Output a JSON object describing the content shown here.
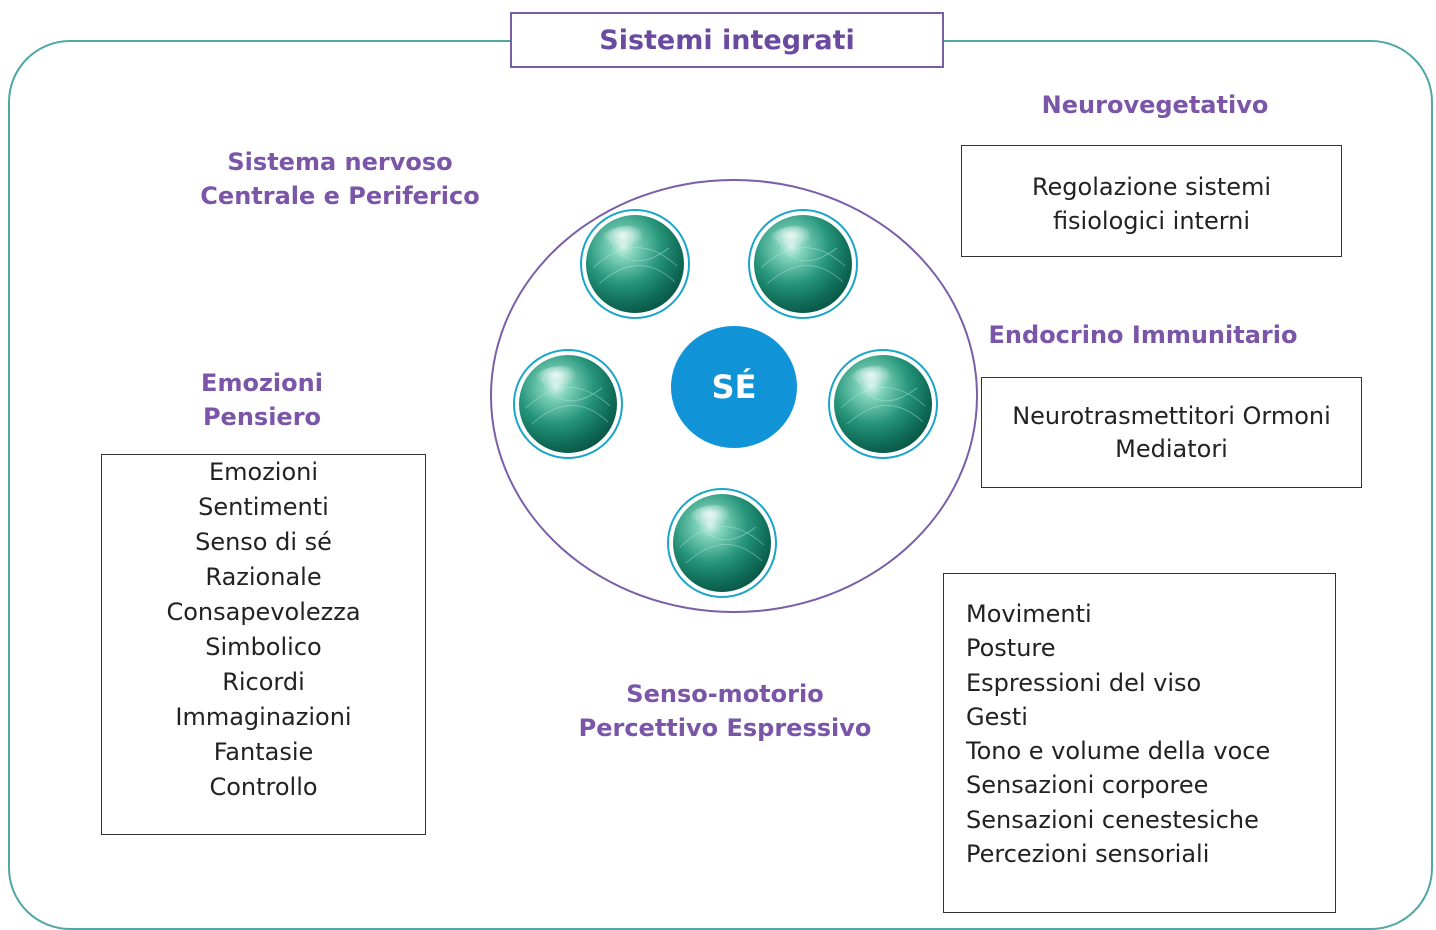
{
  "title": "Sistemi integrati",
  "center_label": "SÉ",
  "headings": {
    "nervoso": [
      "Sistema nervoso",
      "Centrale e Periferico"
    ],
    "neurovegetativo": "Neurovegetativo",
    "endocrino": "Endocrino Immunitario",
    "emozioni": [
      "Emozioni",
      "Pensiero"
    ],
    "senso": [
      "Senso-motorio",
      "Percettivo Espressivo"
    ]
  },
  "boxes": {
    "neurovegetativo": [
      "Regolazione sistemi",
      "fisiologici interni"
    ],
    "endocrino": [
      "Neurotrasmettitori Ormoni",
      "Mediatori"
    ],
    "emozioni": [
      "Emozioni",
      "Sentimenti",
      "Senso di sé",
      "Razionale",
      "Consapevolezza",
      "Simbolico",
      "Ricordi",
      "Immaginazioni",
      "Fantasie",
      "Controllo"
    ],
    "senso": [
      "Movimenti",
      "Posture",
      "Espressioni del viso",
      "Gesti",
      "Tono e volume della voce",
      "Sensazioni corporee",
      "Sensazioni cenestesiche",
      "Percezioni sensoriali"
    ]
  },
  "colors": {
    "frame": "#4fa7a6",
    "heading": "#7a55a8",
    "self": "#1193d8",
    "sphere": "#2a9a78"
  }
}
